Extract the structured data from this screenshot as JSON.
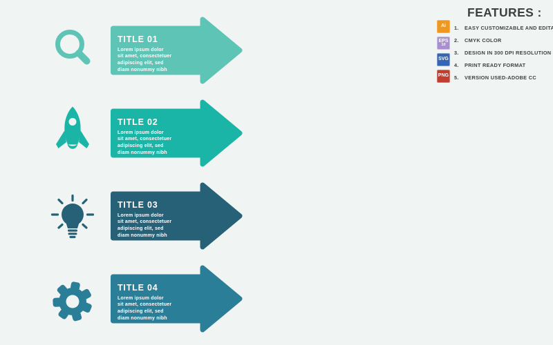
{
  "background": "#F0F4F2",
  "steps": [
    {
      "title": "TITLE 01",
      "body": "Lorem ipsum dolor\nsit amet, consectetuer\nadipiscing elit, sed\ndiam nonummy nibh",
      "color": "#5EC4B5",
      "icon": "magnifier"
    },
    {
      "title": "TITLE 02",
      "body": "Lorem ipsum dolor\nsit amet, consectetuer\nadipiscing elit, sed\ndiam nonummy nibh",
      "color": "#1BB5A7",
      "icon": "rocket"
    },
    {
      "title": "TITLE 03",
      "body": "Lorem ipsum dolor\nsit amet, consectetuer\nadipiscing elit, sed\ndiam nonummy nibh",
      "color": "#276177",
      "icon": "lightbulb"
    },
    {
      "title": "TITLE 04",
      "body": "Lorem ipsum dolor\nsit amet, consectetuer\nadipiscing elit, sed\ndiam nonummy nibh",
      "color": "#2A7E97",
      "icon": "gear"
    }
  ],
  "features": {
    "heading": "FEATURES :",
    "text_color": "#3F3F41",
    "items": [
      {
        "num": "1.",
        "label": "EASY CUSTOMIZABLE AND EDITABLE"
      },
      {
        "num": "2.",
        "label": "CMYK COLOR"
      },
      {
        "num": "3.",
        "label": "DESIGN IN 300 DPI RESOLUTION"
      },
      {
        "num": "4.",
        "label": "PRINT READY FORMAT"
      },
      {
        "num": "5.",
        "label": "VERSION USED-ADOBE CC"
      }
    ],
    "badges": [
      {
        "label": "Ai",
        "bg": "#F0971F",
        "border": "#F6B157"
      },
      {
        "label": "EPS",
        "sub": "10",
        "bg": "#A98FD0",
        "border": "#C9BAE3"
      },
      {
        "label": "SVG",
        "bg": "#3566B4",
        "border": "#8099D1"
      },
      {
        "label": "PNG",
        "bg": "#C23C30",
        "border": "#D37A70"
      }
    ]
  }
}
